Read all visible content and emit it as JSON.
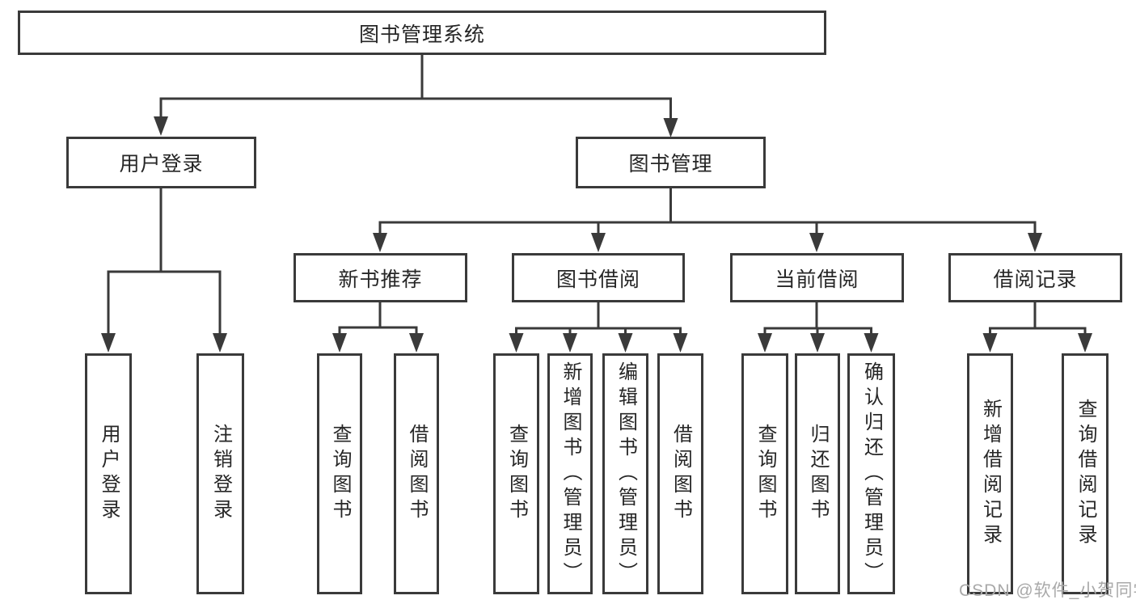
{
  "tree": {
    "root": "图书管理系统",
    "children": [
      {
        "label": "用户登录",
        "children": [
          "用户登录",
          "注销登录"
        ]
      },
      {
        "label": "图书管理",
        "children": [
          {
            "label": "新书推荐",
            "children": [
              "查询图书",
              "借阅图书"
            ]
          },
          {
            "label": "图书借阅",
            "children": [
              "查询图书",
              "新增图书（管理员）",
              "编辑图书（管理员）",
              "借阅图书"
            ]
          },
          {
            "label": "当前借阅",
            "children": [
              "查询图书",
              "归还图书",
              "确认归还（管理员）"
            ]
          },
          {
            "label": "借阅记录",
            "children": [
              "新增借阅记录",
              "查询借阅记录"
            ]
          }
        ]
      }
    ]
  },
  "watermark": {
    "text": "CSDN @软件_小贺同学"
  },
  "colors": {
    "line": "#3a3a3a",
    "box_border": "#3a3a3a",
    "text": "#262626",
    "watermark": "#a9a9a9",
    "background": "#ffffff"
  }
}
